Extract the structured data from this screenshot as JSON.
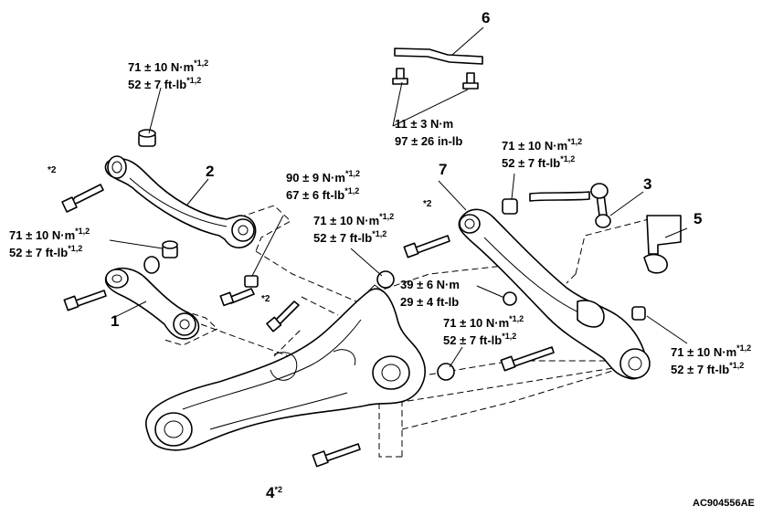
{
  "part_numbers": {
    "p1": "1",
    "p2": "2",
    "p3": "3",
    "p4": "4",
    "p4_mark": "*2",
    "p5": "5",
    "p6": "6",
    "p7": "7"
  },
  "star_marks": {
    "arm2_bolt": "*2",
    "arm7_bolt": "*2",
    "center_bolt": "*2"
  },
  "torque_specs": {
    "top_left": {
      "metric": "71 ± 10 N·m",
      "metric_sup": "*1,2",
      "imperial": "52 ± 7 ft-lb",
      "imperial_sup": "*1,2"
    },
    "left_mid": {
      "metric": "71 ± 10 N·m",
      "metric_sup": "*1,2",
      "imperial": "52 ± 7 ft-lb",
      "imperial_sup": "*1,2"
    },
    "bracket6": {
      "metric": "11 ± 3 N·m",
      "metric_sup": "",
      "imperial": "97 ± 26 in-lb",
      "imperial_sup": ""
    },
    "stab_link": {
      "metric": "71 ± 10 N·m",
      "metric_sup": "*1,2",
      "imperial": "52 ± 7 ft-lb",
      "imperial_sup": "*1,2"
    },
    "center_top": {
      "metric": "90 ± 9 N·m",
      "metric_sup": "*1,2",
      "imperial": "67 ± 6 ft-lb",
      "imperial_sup": "*1,2"
    },
    "center_mid": {
      "metric": "71 ± 10 N·m",
      "metric_sup": "*1,2",
      "imperial": "52 ± 7 ft-lb",
      "imperial_sup": "*1,2"
    },
    "arm7_mid": {
      "metric": "39 ± 6 N·m",
      "metric_sup": "",
      "imperial": "29 ± 4 ft-lb",
      "imperial_sup": ""
    },
    "center_low": {
      "metric": "71 ± 10 N·m",
      "metric_sup": "*1,2",
      "imperial": "52 ± 7 ft-lb",
      "imperial_sup": "*1,2"
    },
    "right_low": {
      "metric": "71 ± 10 N·m",
      "metric_sup": "*1,2",
      "imperial": "52 ± 7 ft-lb",
      "imperial_sup": "*1,2"
    }
  },
  "figure_code": "AC904556AE"
}
